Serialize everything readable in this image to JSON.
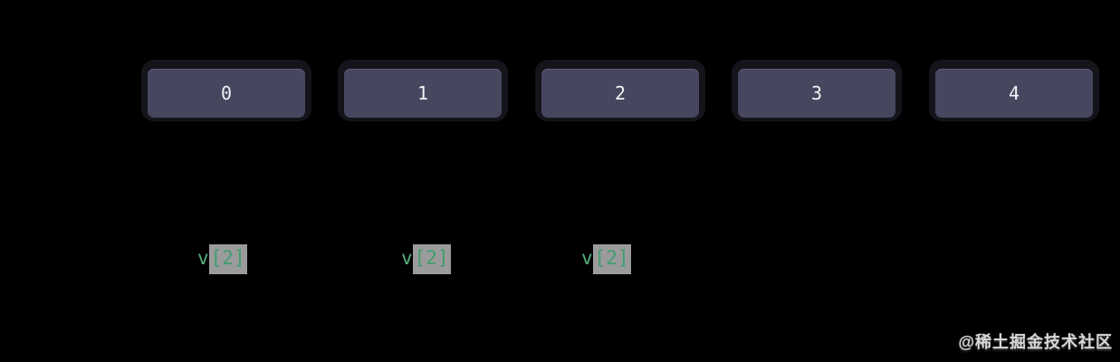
{
  "diagram": {
    "description": "array-of-5-cells-with-index-access-labels",
    "array_cells": [
      {
        "index": "0"
      },
      {
        "index": "1"
      },
      {
        "index": "2"
      },
      {
        "index": "3"
      },
      {
        "index": "4"
      }
    ],
    "access_labels": [
      {
        "variable": "v",
        "accessor": "[2]"
      },
      {
        "variable": "v",
        "accessor": "[2]"
      },
      {
        "variable": "v",
        "accessor": "[2]"
      }
    ]
  },
  "watermark": {
    "text": "@稀土掘金技术社区"
  },
  "colors": {
    "background": "#000000",
    "cell_fill": "#46465f",
    "cell_halo": "#14141a",
    "cell_top_highlight": "#60607c",
    "cell_text": "#f2f2f5",
    "code_green": "#54ae7c",
    "code_highlight_bg": "#9b9b9b",
    "watermark_text": "#d6d6d6"
  }
}
